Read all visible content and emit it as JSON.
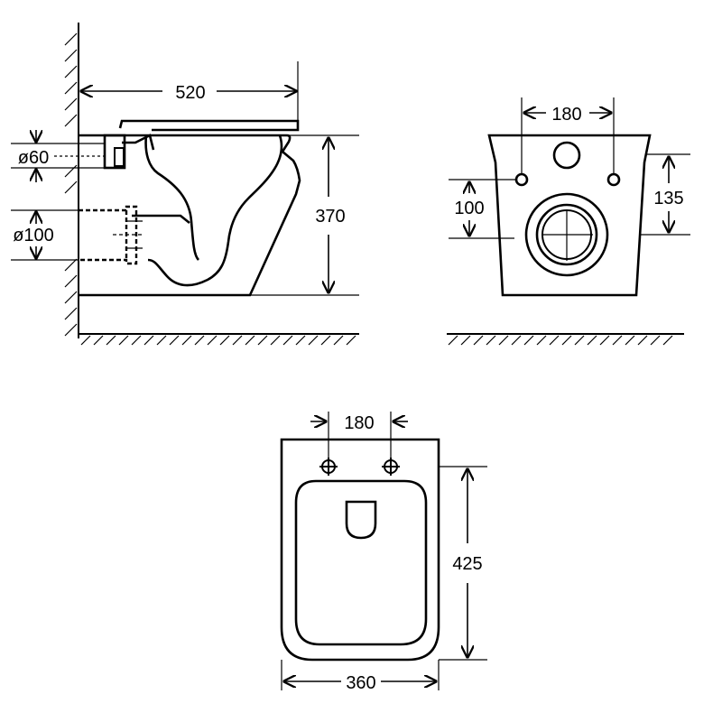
{
  "side_view": {
    "width_label": "520",
    "height_label": "370",
    "inlet_label": "ø60",
    "outlet_label": "ø100"
  },
  "rear_view": {
    "bolt_spacing_label": "180",
    "outlet_height_label": "100",
    "bolt_height_label": "135"
  },
  "top_view": {
    "bolt_spacing_label": "180",
    "depth_label": "425",
    "width_label": "360"
  }
}
